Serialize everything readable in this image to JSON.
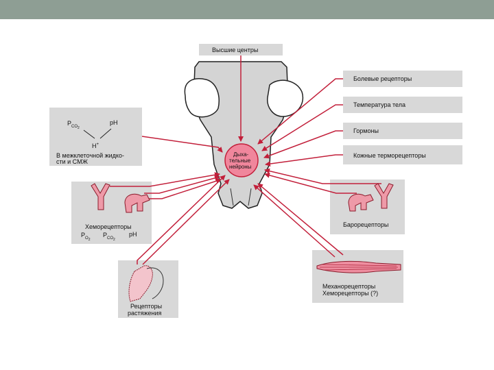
{
  "diagram": {
    "top_center": "Высшие центры",
    "center": [
      "Дыха-",
      "тельные",
      "нейроны"
    ],
    "right_labels": [
      "Болевые рецепторы",
      "Температура тела",
      "Гормоны",
      "Кожные терморецепторы"
    ],
    "interstitial": {
      "pco2": "P",
      "pco2_sub": "CO",
      "ph": "pH",
      "h": "H",
      "caption1": "В межклеточной жидко-",
      "caption2": "сти и  СМЖ"
    },
    "chemo": {
      "title": "Хеморецепторы",
      "po2": "P",
      "po2_sub": "O",
      "pco2": "P",
      "pco2_sub": "CO",
      "ph": "pH"
    },
    "baro": "Барорецепторы",
    "stretch": [
      "Рецепторы",
      "растяжения"
    ],
    "mechano": [
      "Механорецепторы",
      "Хеморецепторы (?)"
    ]
  },
  "colors": {
    "arrow": "#c21f3a",
    "center_fill": "#f0869c",
    "receptor_fill": "#ee9aa8",
    "box": "#d8d8d8",
    "topbar": "#8e9e94"
  }
}
